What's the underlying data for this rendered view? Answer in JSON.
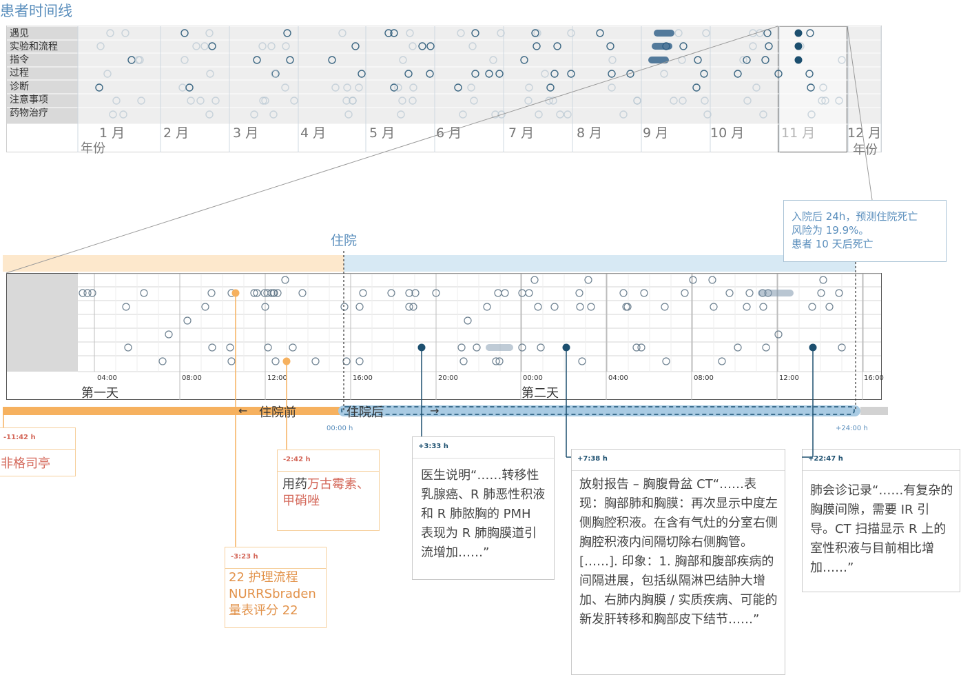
{
  "title": "患者时间线",
  "overview": {
    "categories": [
      "遇见",
      "实验和流程",
      "指令",
      "过程",
      "诊断",
      "注意事项",
      "药物治疗"
    ],
    "months": [
      "1 月",
      "2 月",
      "3 月",
      "4 月",
      "5 月",
      "6 月",
      "7 月",
      "8 月",
      "9 月",
      "10 月",
      "11 月",
      "12 月"
    ],
    "year_label_left": "年份",
    "year_label_right": "年份"
  },
  "detail": {
    "admission_label": "住院",
    "hour_ticks": [
      "04:00",
      "08:00",
      "12:00",
      "16:00",
      "20:00",
      "00:00",
      "04:00",
      "08:00",
      "12:00",
      "16:00"
    ],
    "day1_label": "第一天",
    "day2_label": "第二天",
    "before_label": "住院前",
    "after_label": "住院后",
    "before_arrow": "←",
    "after_arrow": "→",
    "zero_label": "00:00 h",
    "end_label": "+24:00 h"
  },
  "prediction": {
    "line1": "入院后 24h，预测住院死亡",
    "line2": "风险为 19.9%。",
    "line3": "患者 10 天后死亡"
  },
  "notes": [
    {
      "time": "-11:42 h",
      "text": "非格司亭"
    },
    {
      "time": "-2:42 h",
      "text_prefix": "用药",
      "text_highlight": "万古霉素、甲硝唑"
    },
    {
      "time": "-3:23 h",
      "line1": "22 护理流程",
      "line2": "NURRSbraden",
      "line3": "量表评分 22"
    },
    {
      "time": "+3:33 h",
      "text": "医生说明“……转移性乳腺癌、R 肺恶性积液和 R 肺脓胸的 PMH 表现为 R 肺胸膜道引流增加……”"
    },
    {
      "time": "+7:38 h",
      "text": "放射报告 – 胸腹骨盆 CT“……表现：胸部肺和胸膜：再次显示中度左侧胸腔积液。在含有气灶的分室右侧胸腔积液内间隔切除右侧胸管。[……]. 印象：1. 胸部和腹部疾病的间隔进展，包括纵隔淋巴结肿大增加、右肺内胸膜 / 实质疾病、可能的新发肝转移和胸部皮下结节……”"
    },
    {
      "time": "+22:47 h",
      "text": "肺会诊记录“……有复杂的胸膜间隙，需要 IR 引导。CT 扫描显示 R 上的室性积液与目前相比增加……”"
    }
  ],
  "colors": {
    "title_blue": "#5b8fbd",
    "amber": "#f6b15f",
    "navy": "#1c4f6f",
    "before_band": "#fde8cc",
    "after_band": "#d7e9f4",
    "after_bar": "#a9cbe3"
  }
}
